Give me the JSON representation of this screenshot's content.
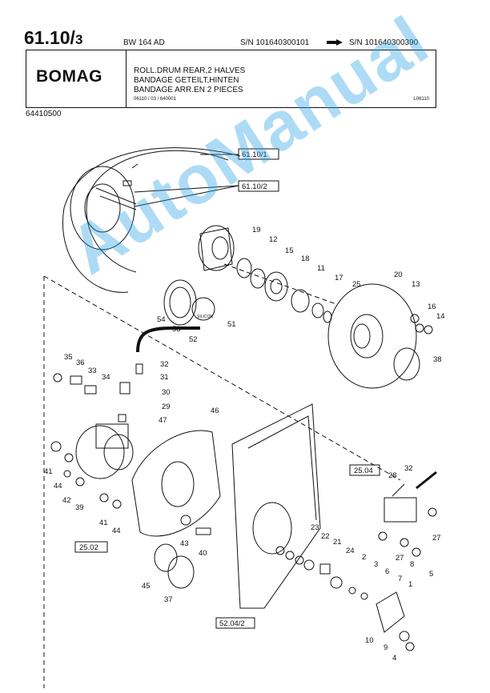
{
  "header": {
    "page_number": "61.10/",
    "page_sub": "3",
    "model": "BW 164 AD",
    "sn_from": "S/N 101640300101",
    "sn_to": "S/N 101640300390"
  },
  "titlebox": {
    "logo_text": "BOMAG",
    "title_en": "ROLL.DRUM REAR,2 HALVES",
    "title_de": "BANDAGE GETEILT,HINTEN",
    "title_fr": "BANDAGE ARR.EN 2 PIECES",
    "codes": "06110 / 03 / 640001",
    "reference": "L06110"
  },
  "part_number": "64410500",
  "boxed_refs": [
    "61.10/1",
    "61.10/2",
    "25.04",
    "25.02",
    "52.04/2"
  ],
  "callouts": [
    "19",
    "12",
    "15",
    "18",
    "11",
    "17",
    "25",
    "20",
    "13",
    "16",
    "14",
    "38",
    "54",
    "53",
    "52",
    "51",
    "35",
    "36",
    "33",
    "34",
    "32",
    "31",
    "30",
    "29",
    "47",
    "46",
    "41",
    "44",
    "42",
    "39",
    "41",
    "44",
    "43",
    "40",
    "45",
    "37",
    "23",
    "22",
    "21",
    "24",
    "2",
    "3",
    "6",
    "7",
    "1",
    "10",
    "9",
    "4",
    "28",
    "32",
    "27",
    "27",
    "8",
    "5"
  ],
  "silicon_label": "SILICON",
  "watermark": "AutoManual",
  "colors": {
    "ink": "#111111",
    "watermark": "#28a0e6"
  }
}
